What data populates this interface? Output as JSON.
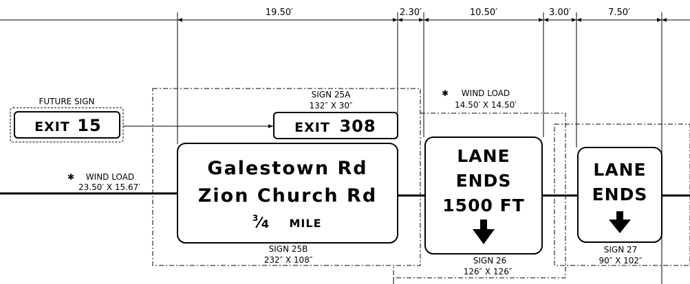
{
  "dimensions": [
    "19.50′",
    "2.30′",
    "10.50′",
    "3.00′",
    "7.50′"
  ],
  "future_sign": {
    "heading": "FUTURE SIGN",
    "exit_word": "EXIT",
    "exit_number": "15"
  },
  "sign_25a": {
    "name": "SIGN  25A",
    "size": "132″ X 30″",
    "exit_word": "EXIT",
    "exit_number": "308"
  },
  "sign_25b": {
    "line1": "Galestown Rd",
    "line2": "Zion Church Rd",
    "fraction_num": "3",
    "fraction_den": "4",
    "mile": "MILE",
    "name": "SIGN  25B",
    "size": "232″ X 108″"
  },
  "sign_26": {
    "line1": "LANE",
    "line2": "ENDS",
    "line3": "1500 FT",
    "name": "SIGN  26",
    "size": "126″ X 126″"
  },
  "sign_27": {
    "line1": "LANE",
    "line2": "ENDS",
    "name": "SIGN  27",
    "size": "90″ X 102″"
  },
  "wind_load_left": {
    "star": "✱",
    "label": "WIND  LOAD",
    "value": "23.50′ X 15.67′"
  },
  "wind_load_right": {
    "star": "✱",
    "label": "WIND  LOAD",
    "value": "14.50′ X 14.50′"
  }
}
